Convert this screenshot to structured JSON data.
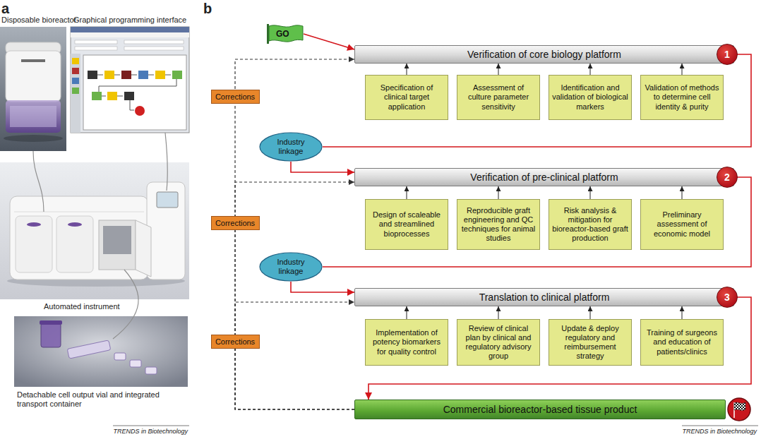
{
  "diagram": {
    "nodes": [
      {
        "text": [
          "GO"
        ]
      },
      {
        "text": [
          "Verification of core biology platform"
        ]
      },
      {
        "text": [
          "1"
        ],
        "in": 1
      },
      {
        "text": [
          "Specification of clinical target application"
        ]
      },
      {
        "text": [
          "Assessment of culture parameter sensitivity"
        ]
      },
      {
        "text": [
          "Identification and validation of biological markers"
        ]
      },
      {
        "text": [
          "Validation of methods to determine cell identity & purity"
        ]
      },
      {
        "text": [
          "Corrections"
        ]
      },
      {
        "text": [
          "Industry linkage"
        ]
      },
      {
        "text": [
          "Verification of pre-clinical platform"
        ]
      },
      {
        "text": [
          "2"
        ],
        "in": 9
      },
      {
        "text": [
          "Design of scaleable and streamlined bioprocesses"
        ]
      },
      {
        "text": [
          "Reproducible graft engineering and QC techniques for animal studies"
        ]
      },
      {
        "text": [
          "Risk analysis & mitigation for bioreactor-based graft production"
        ]
      },
      {
        "text": [
          "Preliminary assessment of economic model"
        ]
      },
      {
        "text": [
          "Corrections"
        ]
      },
      {
        "text": [
          "Industry linkage"
        ]
      },
      {
        "text": [
          "Translation to clinical platform"
        ]
      },
      {
        "text": [
          "3"
        ],
        "in": 17
      },
      {
        "text": [
          "Implementation of potency biomarkers for quality control"
        ]
      },
      {
        "text": [
          "Review of clinical plan by clinical and regulatory advisory group"
        ]
      },
      {
        "text": [
          "Update & deploy regulatory and reimbursement strategy"
        ]
      },
      {
        "text": [
          "Training of surgeons and education of patients/clinics"
        ]
      },
      {
        "text": [
          "Corrections"
        ]
      },
      {
        "text": [
          "Commercial bioreactor-based tissue product"
        ]
      }
    ],
    "edges": [
      {
        "from": 0,
        "to": 1,
        "arrow": "to"
      },
      {
        "from": 3,
        "to": 1,
        "arrow": "to"
      },
      {
        "from": 4,
        "to": 1,
        "arrow": "to"
      },
      {
        "from": 5,
        "to": 1,
        "arrow": "to"
      },
      {
        "from": 6,
        "to": 1,
        "arrow": "to"
      },
      {
        "from": 1,
        "to": 8,
        "arrow": "none"
      },
      {
        "from": 8,
        "to": 9,
        "arrow": "to"
      },
      {
        "from": 11,
        "to": 9,
        "arrow": "to"
      },
      {
        "from": 12,
        "to": 9,
        "arrow": "to"
      },
      {
        "from": 13,
        "to": 9,
        "arrow": "to"
      },
      {
        "from": 14,
        "to": 9,
        "arrow": "to"
      },
      {
        "from": 9,
        "to": 16,
        "arrow": "none"
      },
      {
        "from": 16,
        "to": 17,
        "arrow": "to"
      },
      {
        "from": 19,
        "to": 17,
        "arrow": "to"
      },
      {
        "from": 20,
        "to": 17,
        "arrow": "to"
      },
      {
        "from": 21,
        "to": 17,
        "arrow": "to"
      },
      {
        "from": 22,
        "to": 17,
        "arrow": "to"
      },
      {
        "from": 17,
        "to": 24,
        "arrow": "to"
      },
      {
        "from": 24,
        "to": 1,
        "arrow": "to"
      },
      {
        "from": 24,
        "to": 9,
        "arrow": "to"
      },
      {
        "from": 24,
        "to": 17,
        "arrow": "to"
      }
    ],
    "labels": [
      "a",
      "Disposable bioreactor",
      "Graphical programming interface",
      "Automated instrument",
      "Detachable cell output vial and integrated transport container",
      "TRENDS in Biotechnology",
      "b",
      "TRENDS in Biotechnology"
    ]
  }
}
